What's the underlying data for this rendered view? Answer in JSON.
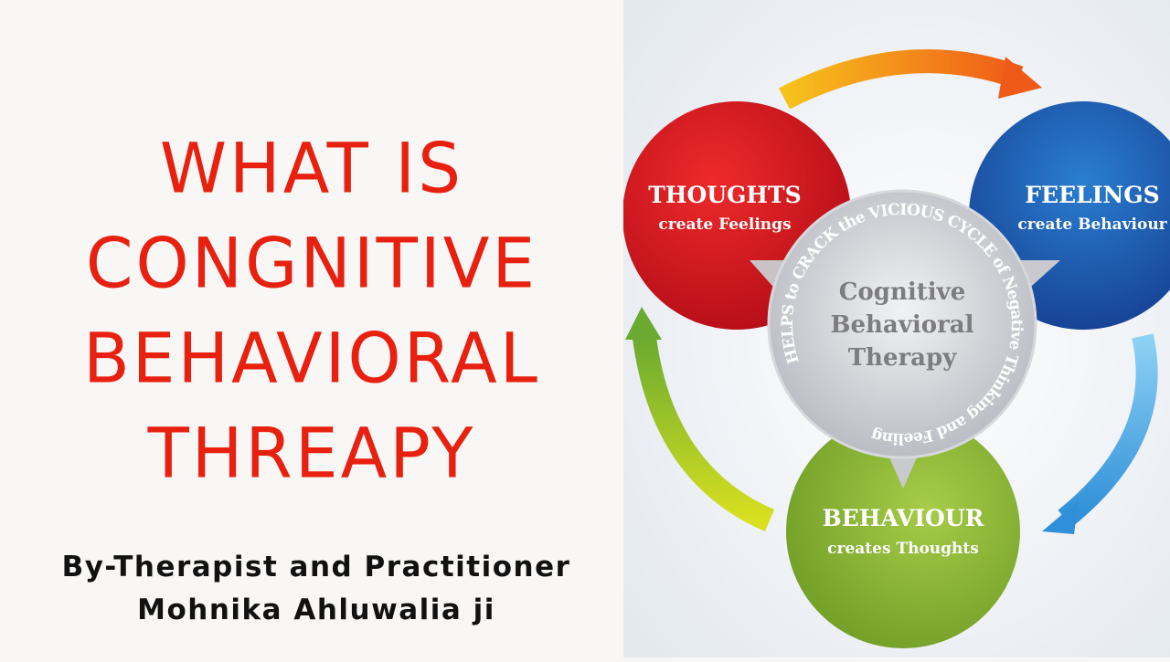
{
  "title_lines": [
    "WHAT IS",
    "CONGNITIVE",
    "BEHAVIORAL",
    "THREAPY"
  ],
  "byline": {
    "line1": "By-Therapist and Practitioner",
    "line2": "Mohnika Ahluwalia ji"
  },
  "diagram": {
    "thoughts": {
      "title": "THOUGHTS",
      "subtitle": "create Feelings",
      "color": "#d8141c"
    },
    "feelings": {
      "title": "FEELINGS",
      "subtitle": "create Behaviour",
      "color": "#1a5fb0"
    },
    "behaviour": {
      "title": "BEHAVIOUR",
      "subtitle": "creates Thoughts",
      "color": "#8cb83a"
    },
    "center": {
      "line1": "Cognitive",
      "line2": "Behavioral",
      "line3": "Therapy",
      "ring_text": "HELPS to CRACK the VICIOUS CYCLE of Negative Thinking and Feeling"
    },
    "arrows": {
      "top": "#f59a1c",
      "right": "#4aa8e0",
      "left": "#a8c828"
    }
  },
  "colors": {
    "title": "#e8200f",
    "byline": "#111111"
  }
}
